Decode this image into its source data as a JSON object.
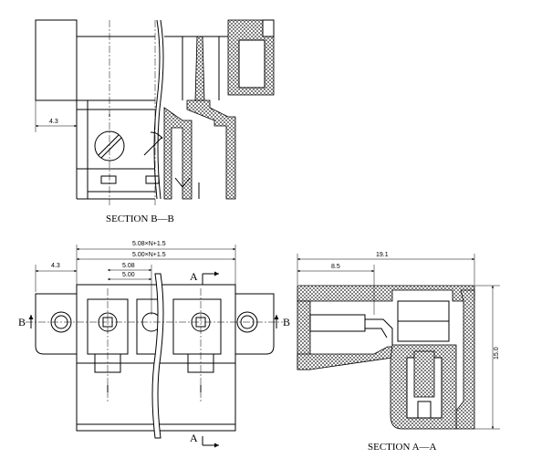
{
  "views": {
    "section_bb": {
      "caption": "SECTION B—B",
      "dim_width": "4.3"
    },
    "front": {
      "dim_overall": "5.08×N+1.5",
      "dim_overall2": "5.00×N+1.5",
      "dim_offset": "4.3",
      "dim_pitch1": "5.08",
      "dim_pitch2": "5.00",
      "marker_a_top": "A",
      "marker_a_bottom": "A",
      "marker_b_left": "B",
      "marker_b_right": "B"
    },
    "section_aa": {
      "caption": "SECTION A—A",
      "dim_length": "19.1",
      "dim_inner": "8.5",
      "dim_height": "15.0"
    }
  }
}
